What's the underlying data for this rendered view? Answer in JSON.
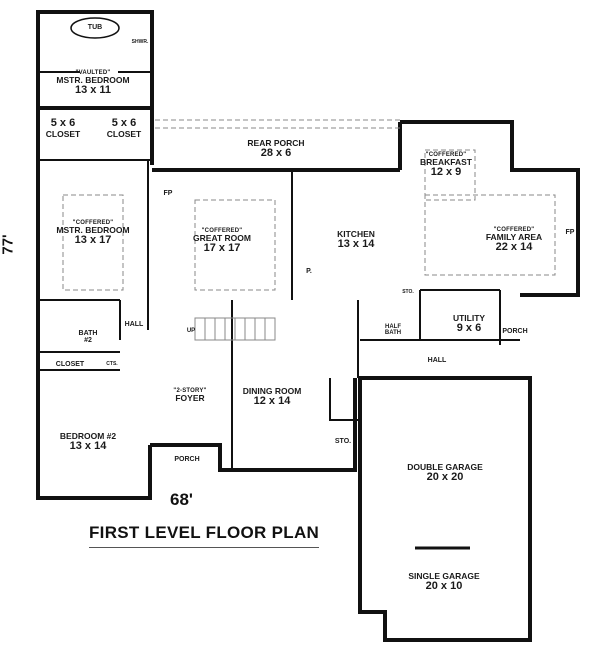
{
  "title": "FIRST LEVEL FLOOR PLAN",
  "dimensions": {
    "width": "68'",
    "depth": "77'"
  },
  "rooms": [
    {
      "id": "tub",
      "name": "TUB"
    },
    {
      "id": "shower",
      "name": "SHWR."
    },
    {
      "id": "master-bedroom-upper",
      "note": "\"VAULTED\"",
      "name": "MSTR. BEDROOM",
      "dim": "13 x 11"
    },
    {
      "id": "closet-left",
      "dim": "5 x 6",
      "name": "CLOSET"
    },
    {
      "id": "closet-right",
      "dim": "5 x 6",
      "name": "CLOSET"
    },
    {
      "id": "master-bedroom",
      "note": "\"COFFERED\"",
      "name": "MSTR. BEDROOM",
      "dim": "13 x 17"
    },
    {
      "id": "rear-porch",
      "name": "REAR PORCH",
      "dim": "28 x 6"
    },
    {
      "id": "great-room",
      "note": "\"COFFERED\"",
      "name": "GREAT ROOM",
      "dim": "17 x 17"
    },
    {
      "id": "kitchen",
      "name": "KITCHEN",
      "dim": "13 x 14"
    },
    {
      "id": "breakfast",
      "note": "\"COFFERED\"",
      "name": "BREAKFAST",
      "dim": "12 x 9"
    },
    {
      "id": "family-area",
      "note": "\"COFFERED\"",
      "name": "FAMILY AREA",
      "dim": "22 x 14"
    },
    {
      "id": "bath-2",
      "name": "BATH",
      "dim": "#2"
    },
    {
      "id": "hall-left",
      "name": "HALL"
    },
    {
      "id": "closet-bed2",
      "name": "CLOSET"
    },
    {
      "id": "closet-cts",
      "name": "CTS."
    },
    {
      "id": "bedroom-2",
      "name": "BEDROOM #2",
      "dim": "13 x 14"
    },
    {
      "id": "foyer",
      "note": "\"2-STORY\"",
      "name": "FOYER"
    },
    {
      "id": "porch-front",
      "name": "PORCH"
    },
    {
      "id": "dining-room",
      "name": "DINING ROOM",
      "dim": "12 x 14"
    },
    {
      "id": "storage",
      "name": "STO."
    },
    {
      "id": "half-bath",
      "name": "HALF",
      "dim": "BATH"
    },
    {
      "id": "utility",
      "name": "UTILITY",
      "dim": "9 x 6"
    },
    {
      "id": "porch-side",
      "name": "PORCH"
    },
    {
      "id": "hall-right",
      "name": "HALL"
    },
    {
      "id": "storage-small",
      "name": "STO."
    },
    {
      "id": "double-garage",
      "name": "DOUBLE GARAGE",
      "dim": "20 x 20"
    },
    {
      "id": "single-garage",
      "name": "SINGLE GARAGE",
      "dim": "20 x 10"
    }
  ],
  "fixtures": {
    "fireplace": "FP",
    "pantry": "P.",
    "stairs": "UP"
  }
}
